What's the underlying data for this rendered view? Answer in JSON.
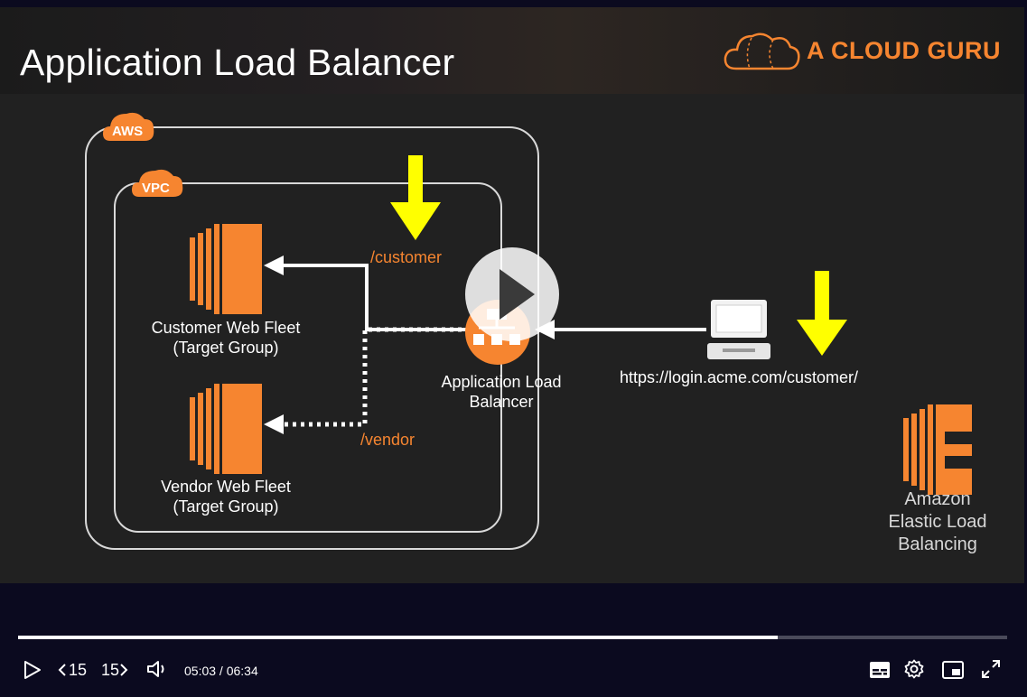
{
  "slide": {
    "title": "Application Load Balancer",
    "brand": "A CLOUD GURU",
    "aws_badge": "AWS",
    "vpc_badge": "VPC",
    "customer_fleet_line1": "Customer Web Fleet",
    "customer_fleet_line2": "(Target Group)",
    "vendor_fleet_line1": "Vendor Web Fleet",
    "vendor_fleet_line2": "(Target Group)",
    "route_customer": "/customer",
    "route_vendor": "/vendor",
    "alb_line1": "Application Load",
    "alb_line2": "Balancer",
    "url": "https://login.acme.com/customer/",
    "elb_line1": "Amazon",
    "elb_line2": "Elastic Load",
    "elb_line3": "Balancing"
  },
  "player": {
    "current_time": "05:03",
    "duration": "06:34",
    "time_separator": " / ",
    "skip_back_label": "15",
    "skip_forward_label": "15",
    "progress_fraction": 0.768,
    "icons": [
      "play-icon",
      "skip-back-icon",
      "skip-forward-icon",
      "volume-icon",
      "captions-icon",
      "settings-icon",
      "picture-in-picture-icon",
      "fullscreen-icon"
    ]
  },
  "colors": {
    "accent": "#f68530",
    "arrow_yellow": "#ffff00",
    "background": "#212121"
  }
}
